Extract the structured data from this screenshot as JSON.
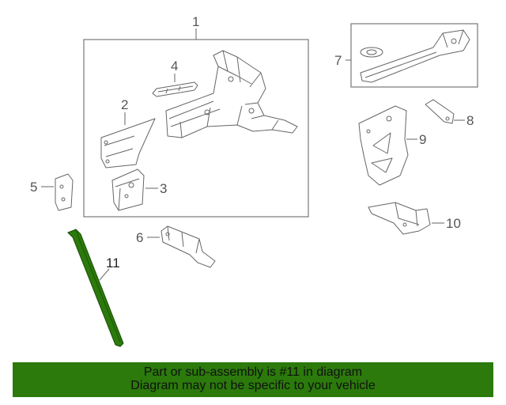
{
  "callouts": {
    "c1": "1",
    "c2": "2",
    "c3": "3",
    "c4": "4",
    "c5": "5",
    "c6": "6",
    "c7": "7",
    "c8": "8",
    "c9": "9",
    "c10": "10",
    "c11": "11"
  },
  "banner": {
    "line1": "Part or sub-assembly is #11 in diagram",
    "line2": "Diagram may not be specific to your vehicle"
  },
  "colors": {
    "highlight": "#2b7a0b",
    "line": "#666666"
  }
}
